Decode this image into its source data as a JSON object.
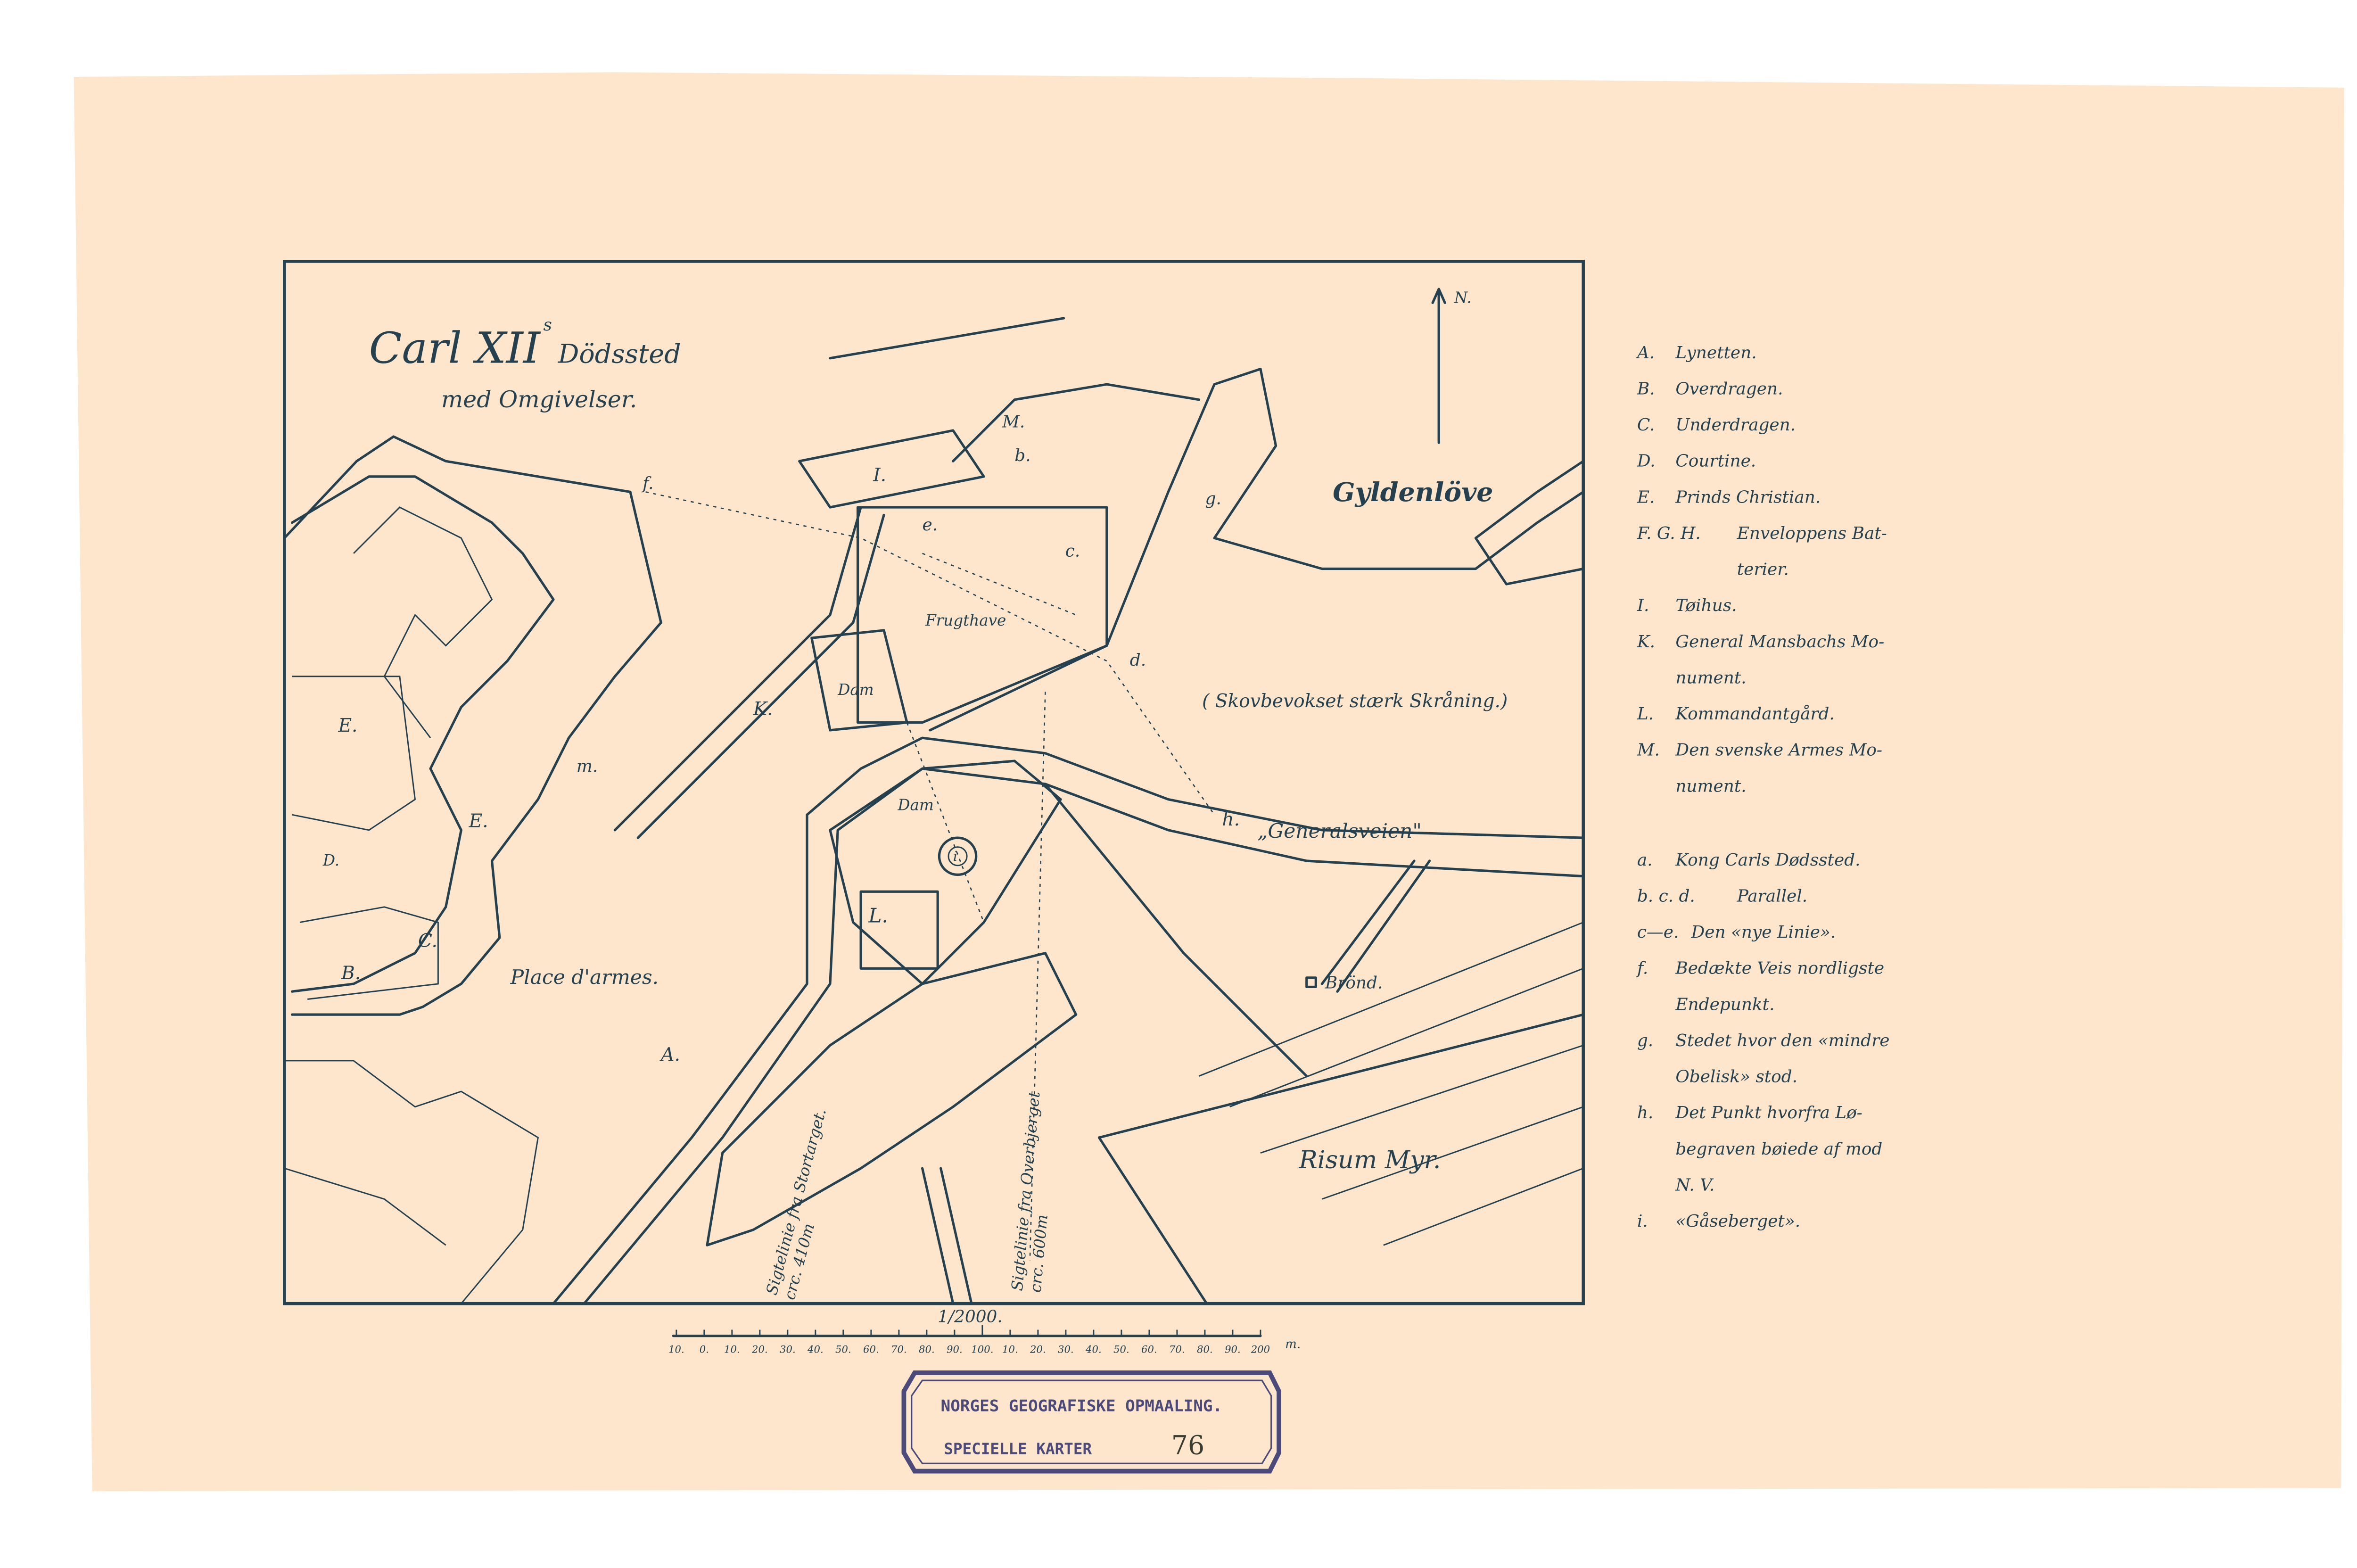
{
  "title": {
    "line1": "Carl XII",
    "sup": "s",
    "line1b": "Dödssted",
    "line2": "med Omgivelser."
  },
  "north": "N.",
  "map_labels": {
    "gyldenlove": "Gyldenlöve",
    "frugthave": "Frugthave",
    "dam1": "Dam",
    "dam2": "Dam",
    "place": "Place d'armes.",
    "skraaning": "( Skovbevokset stærk Skråning.)",
    "generalsveien": "„Generalsveien\"",
    "h": "h.",
    "brond": "Brönd.",
    "risum": "Risum Myr.",
    "A": "A.",
    "B": "B.",
    "C": "C.",
    "D": "D.",
    "E": "E.",
    "F": "E.",
    "I": "I.",
    "K": "K.",
    "L": "L.",
    "M": "M.",
    "b": "b.",
    "c": "c.",
    "d": "d.",
    "e": "e.",
    "f": "f.",
    "g": "g.",
    "i": "i",
    "m": "m.",
    "sight1a": "Sigtelinie fra Stortarget.",
    "sight1b": "crc. 410m",
    "sight2a": "Sigtelinie fra Overbjerget",
    "sight2b": "crc. 600m"
  },
  "scale": {
    "ratio": "1/2000.",
    "ticks": [
      "10.",
      "0.",
      "10.",
      "20.",
      "30.",
      "40.",
      "50.",
      "60.",
      "70.",
      "80.",
      "90.",
      "100.",
      "10.",
      "20.",
      "30.",
      "40.",
      "50.",
      "60.",
      "70.",
      "80.",
      "90.",
      "200"
    ],
    "unit": "m."
  },
  "legend_upper": [
    {
      "key": "A.",
      "text": "Lynetten."
    },
    {
      "key": "B.",
      "text": "Overdragen."
    },
    {
      "key": "C.",
      "text": "Underdragen."
    },
    {
      "key": "D.",
      "text": "Courtine."
    },
    {
      "key": "E.",
      "text": "Prinds Christian."
    },
    {
      "key": "F. G. H.",
      "text": "Enveloppens Bat-",
      "cont": "terier."
    },
    {
      "key": "I.",
      "text": "Tøihus."
    },
    {
      "key": "K.",
      "text": "General Mansbachs Mo-",
      "cont": "nument."
    },
    {
      "key": "L.",
      "text": "Kommandantgård."
    },
    {
      "key": "M.",
      "text": "Den svenske Armes Mo-",
      "cont": "nument."
    }
  ],
  "legend_lower": [
    {
      "key": "a.",
      "text": "Kong Carls Dødssted."
    },
    {
      "key": "b. c. d.",
      "text": "Parallel."
    },
    {
      "key": "c—e.",
      "text": "Den «nye Linie»."
    },
    {
      "key": "f.",
      "text": "Bedækte Veis nordligste",
      "cont": "Endepunkt."
    },
    {
      "key": "g.",
      "text": "Stedet hvor den «mindre",
      "cont": "Obelisk» stod."
    },
    {
      "key": "h.",
      "text": "Det Punkt hvorfra Lø-",
      "cont": "begraven bøiede af mod",
      "cont2": "N. V."
    },
    {
      "key": "i.",
      "text": "«Gåseberget»."
    }
  ],
  "stamp": {
    "line1": "NORGES GEOGRAFISKE OPMAALING.",
    "line2": "SPECIELLE KARTER",
    "number": "76"
  },
  "colors": {
    "paper": "#fde6cc",
    "ink": "#25404e",
    "stamp": "#4b4a7a"
  }
}
